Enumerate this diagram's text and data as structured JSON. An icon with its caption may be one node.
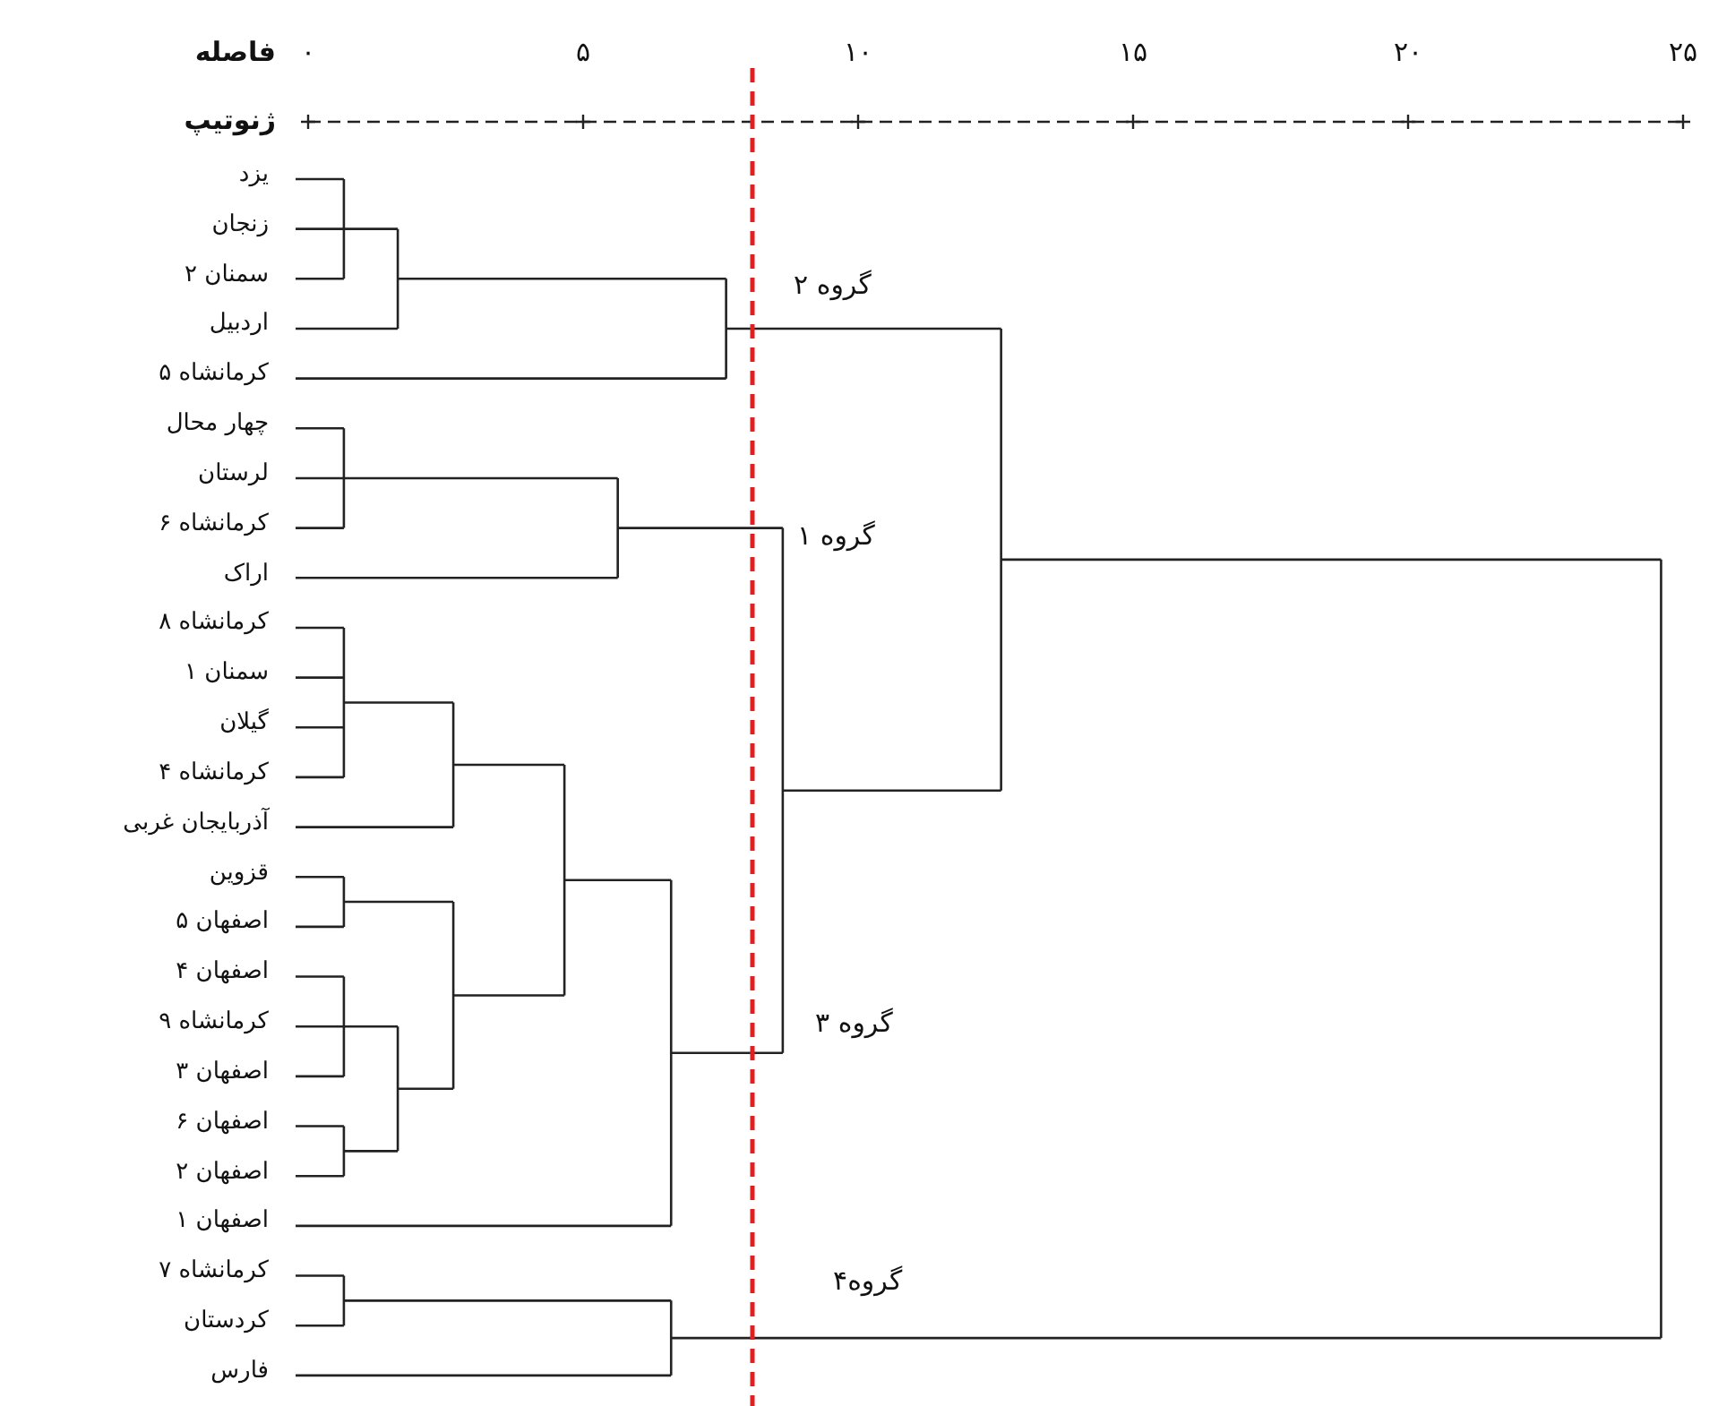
{
  "diagram": {
    "labels": [
      "فاصله",
      "۰",
      "۵",
      "۱۰",
      "۱۵",
      "۲۰",
      "۲۵",
      "ژنوتیپ",
      "یزد",
      "زنجان",
      "سمنان ۲",
      "اردبیل",
      "کرمانشاه ۵",
      "چهار محال",
      "لرستان",
      "کرمانشاه ۶",
      "اراک",
      "کرمانشاه ۸",
      "سمنان ۱",
      "گیلان",
      "کرمانشاه ۴",
      "آذربایجان غربی",
      "قزوین",
      "اصفهان ۵",
      "اصفهان ۴",
      "کرمانشاه ۹",
      "اصفهان ۳",
      "اصفهان ۶",
      "اصفهان ۲",
      "اصفهان ۱",
      "کرمانشاه ۷",
      "کردستان",
      "فارس",
      "گروه ۲",
      "گروه ۱",
      "گروه ۳",
      "گروه۴"
    ]
  }
}
